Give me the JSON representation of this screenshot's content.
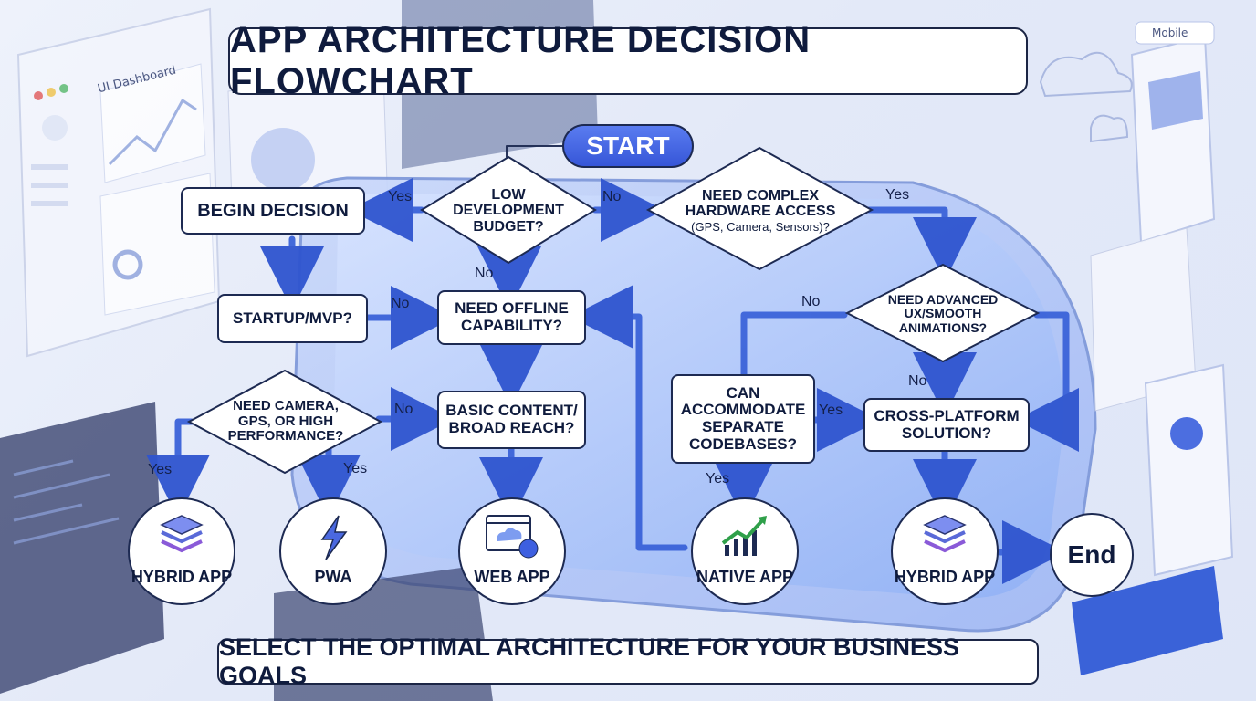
{
  "title": "APP ARCHITECTURE DECISION FLOWCHART",
  "footer": "SELECT THE OPTIMAL ARCHITECTURE FOR YOUR BUSINESS GOALS",
  "start": "START",
  "end": "End",
  "nodes": {
    "begin_decision": "BEGIN DECISION",
    "low_budget": "LOW DEVELOPMENT BUDGET?",
    "hardware_access": "NEED COMPLEX HARDWARE ACCESS",
    "hardware_access_sub": "(GPS, Camera, Sensors)?",
    "startup_mvp": "STARTUP/MVP?",
    "offline": "NEED OFFLINE CAPABILITY?",
    "advanced_ux": "NEED ADVANCED UX/SMOOTH ANIMATIONS?",
    "camera_gps": "NEED CAMERA, GPS, OR HIGH PERFORMANCE?",
    "basic_content": "BASIC CONTENT/ BROAD REACH?",
    "separate_codebases": "CAN ACCOMMODATE SEPARATE CODEBASES?",
    "cross_platform": "CROSS-PLATFORM SOLUTION?"
  },
  "outcomes": {
    "hybrid_app_left": "HYBRID APP",
    "pwa": "PWA",
    "web_app": "WEB APP",
    "native_app": "NATIVE APP",
    "hybrid_app_right": "HYBRID APP"
  },
  "edge_labels": {
    "yes": "Yes",
    "no": "No"
  },
  "background_labels": {
    "ui_dashboard": "UI Dashboard",
    "mobile": "Mobile"
  },
  "colors": {
    "accent": "#3d5fe0",
    "arrow": "#3b63d9",
    "outline": "#1d2a52"
  }
}
